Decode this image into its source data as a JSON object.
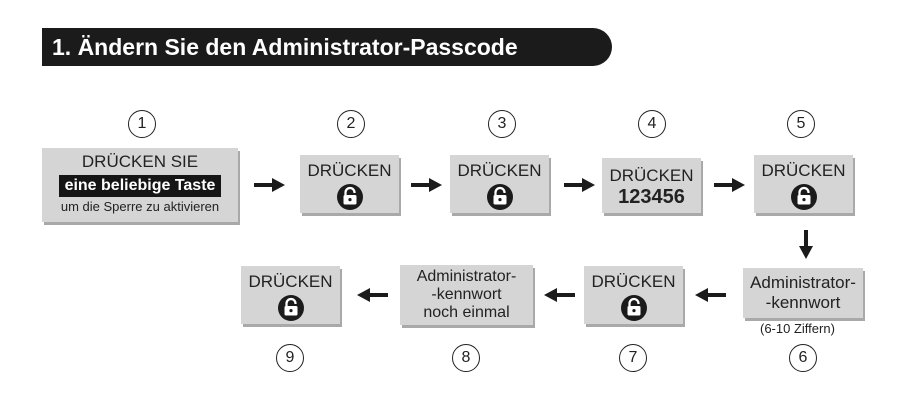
{
  "title": "1. Ändern Sie den Administrator-Passcode",
  "steps": {
    "s1": {
      "num": "1",
      "line1": "DRÜCKEN SIE",
      "highlight": "eine beliebige Taste",
      "line3": "um die Sperre zu aktivieren"
    },
    "s2": {
      "num": "2",
      "label": "DRÜCKEN",
      "icon": "lock-icon"
    },
    "s3": {
      "num": "3",
      "label": "DRÜCKEN",
      "icon": "lock-icon"
    },
    "s4": {
      "num": "4",
      "label": "DRÜCKEN",
      "code": "123456"
    },
    "s5": {
      "num": "5",
      "label": "DRÜCKEN",
      "icon": "lock-icon"
    },
    "s6": {
      "num": "6",
      "line1": "Administrator-",
      "line2": "-kennwort",
      "note": "(6-10 Ziffern)"
    },
    "s7": {
      "num": "7",
      "label": "DRÜCKEN",
      "icon": "lock-icon"
    },
    "s8": {
      "num": "8",
      "line1": "Administrator-",
      "line2": "-kennwort",
      "line3": "noch einmal"
    },
    "s9": {
      "num": "9",
      "label": "DRÜCKEN",
      "icon": "lock-icon"
    }
  },
  "colors": {
    "box": "#d5d5d5",
    "shadow": "#a9a9a9",
    "dark": "#1b1b1b"
  }
}
